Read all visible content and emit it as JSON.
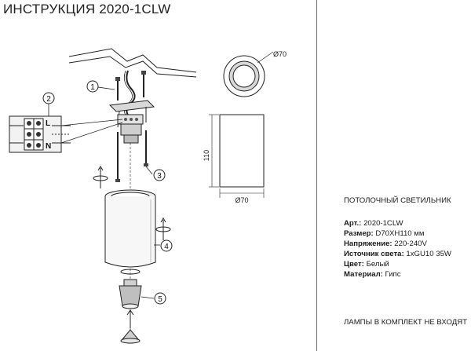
{
  "title": "ИНСТРУКЦИЯ 2020-1CLW",
  "callouts": [
    "1",
    "2",
    "3",
    "4",
    "5"
  ],
  "terminal_labels": [
    "L",
    "N"
  ],
  "dimensions": {
    "top_diameter": "Ø70",
    "height": "110",
    "side_diameter": "Ø70"
  },
  "product_type": "ПОТОЛОЧНЫЙ СВЕТИЛЬНИК",
  "specs": [
    {
      "label": "Арт.:",
      "value": "2020-1CLW"
    },
    {
      "label": "Размер:",
      "value": "D70XH110 мм"
    },
    {
      "label": "Напряжение:",
      "value": "220-240V"
    },
    {
      "label": "Источник света:",
      "value": "1xGU10 35W"
    },
    {
      "label": "Цвет:",
      "value": "Белый"
    },
    {
      "label": "Материал:",
      "value": "Гипс"
    }
  ],
  "note": "ЛАМПЫ В КОМПЛЕКТ НЕ ВХОДЯТ"
}
